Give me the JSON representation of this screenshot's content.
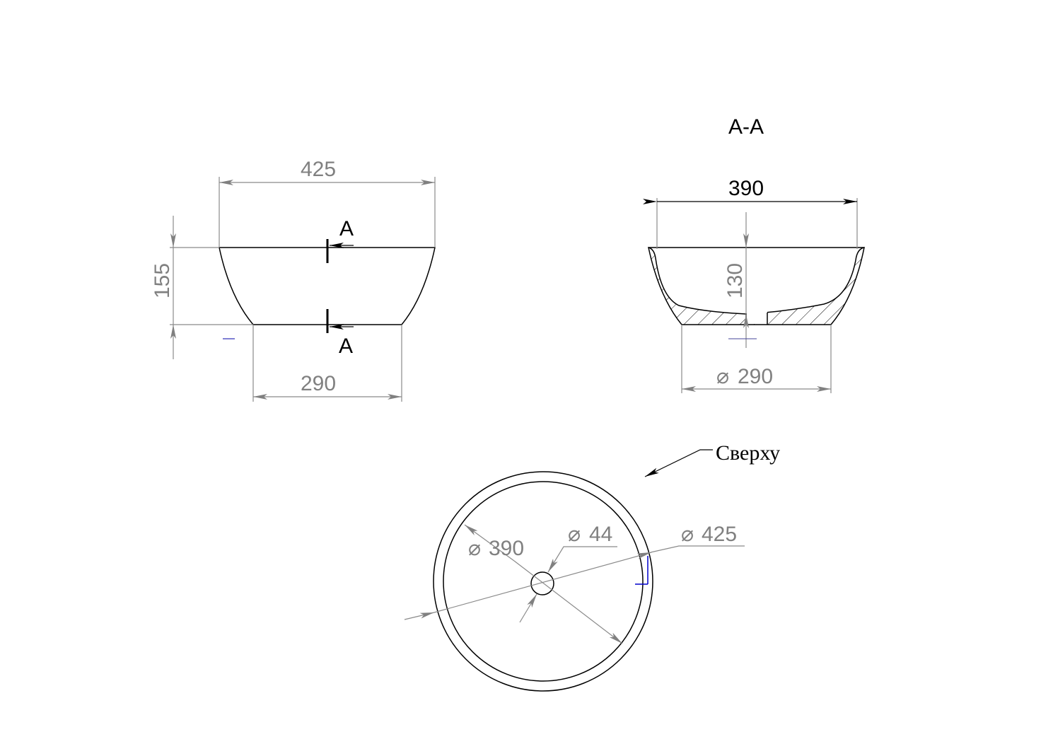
{
  "front_view": {
    "width_top": "425",
    "height": "155",
    "width_bottom": "290",
    "section_label_top": "A",
    "section_label_bottom": "A"
  },
  "section_view": {
    "title": "A-A",
    "inner_width": "390",
    "inner_depth": "130",
    "base_diameter_symbol": "⌀",
    "base_diameter": "290"
  },
  "top_view": {
    "label": "Сверху",
    "diameter_symbol": "⌀",
    "inner_diameter": "390",
    "drain_diameter": "44",
    "outer_diameter": "425"
  },
  "colors": {
    "dimension": "#808080",
    "outline": "#000000",
    "marker": "#0000aa"
  }
}
